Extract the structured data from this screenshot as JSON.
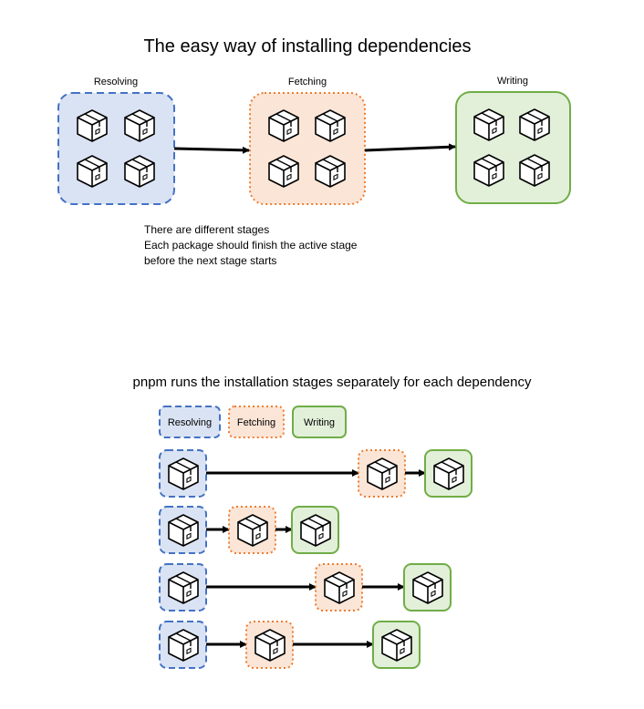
{
  "top": {
    "title": "The easy way of installing dependencies",
    "stages": [
      {
        "label": "Resolving"
      },
      {
        "label": "Fetching"
      },
      {
        "label": "Writing"
      }
    ],
    "notes": [
      "There are different stages",
      "Each package should finish the active stage",
      "before the next stage starts"
    ]
  },
  "bottom": {
    "title": "pnpm runs the installation stages separately for each dependency",
    "legend": [
      {
        "label": "Resolving"
      },
      {
        "label": "Fetching"
      },
      {
        "label": "Writing"
      }
    ]
  },
  "colors": {
    "resolving_fill": "#dae3f3",
    "resolving_stroke": "#4472c4",
    "fetching_fill": "#fbe5d6",
    "fetching_stroke": "#ed7d31",
    "writing_fill": "#e2f0d9",
    "writing_stroke": "#70ad47",
    "arrow": "#000000"
  },
  "icons": {
    "package": "package-box-icon"
  }
}
